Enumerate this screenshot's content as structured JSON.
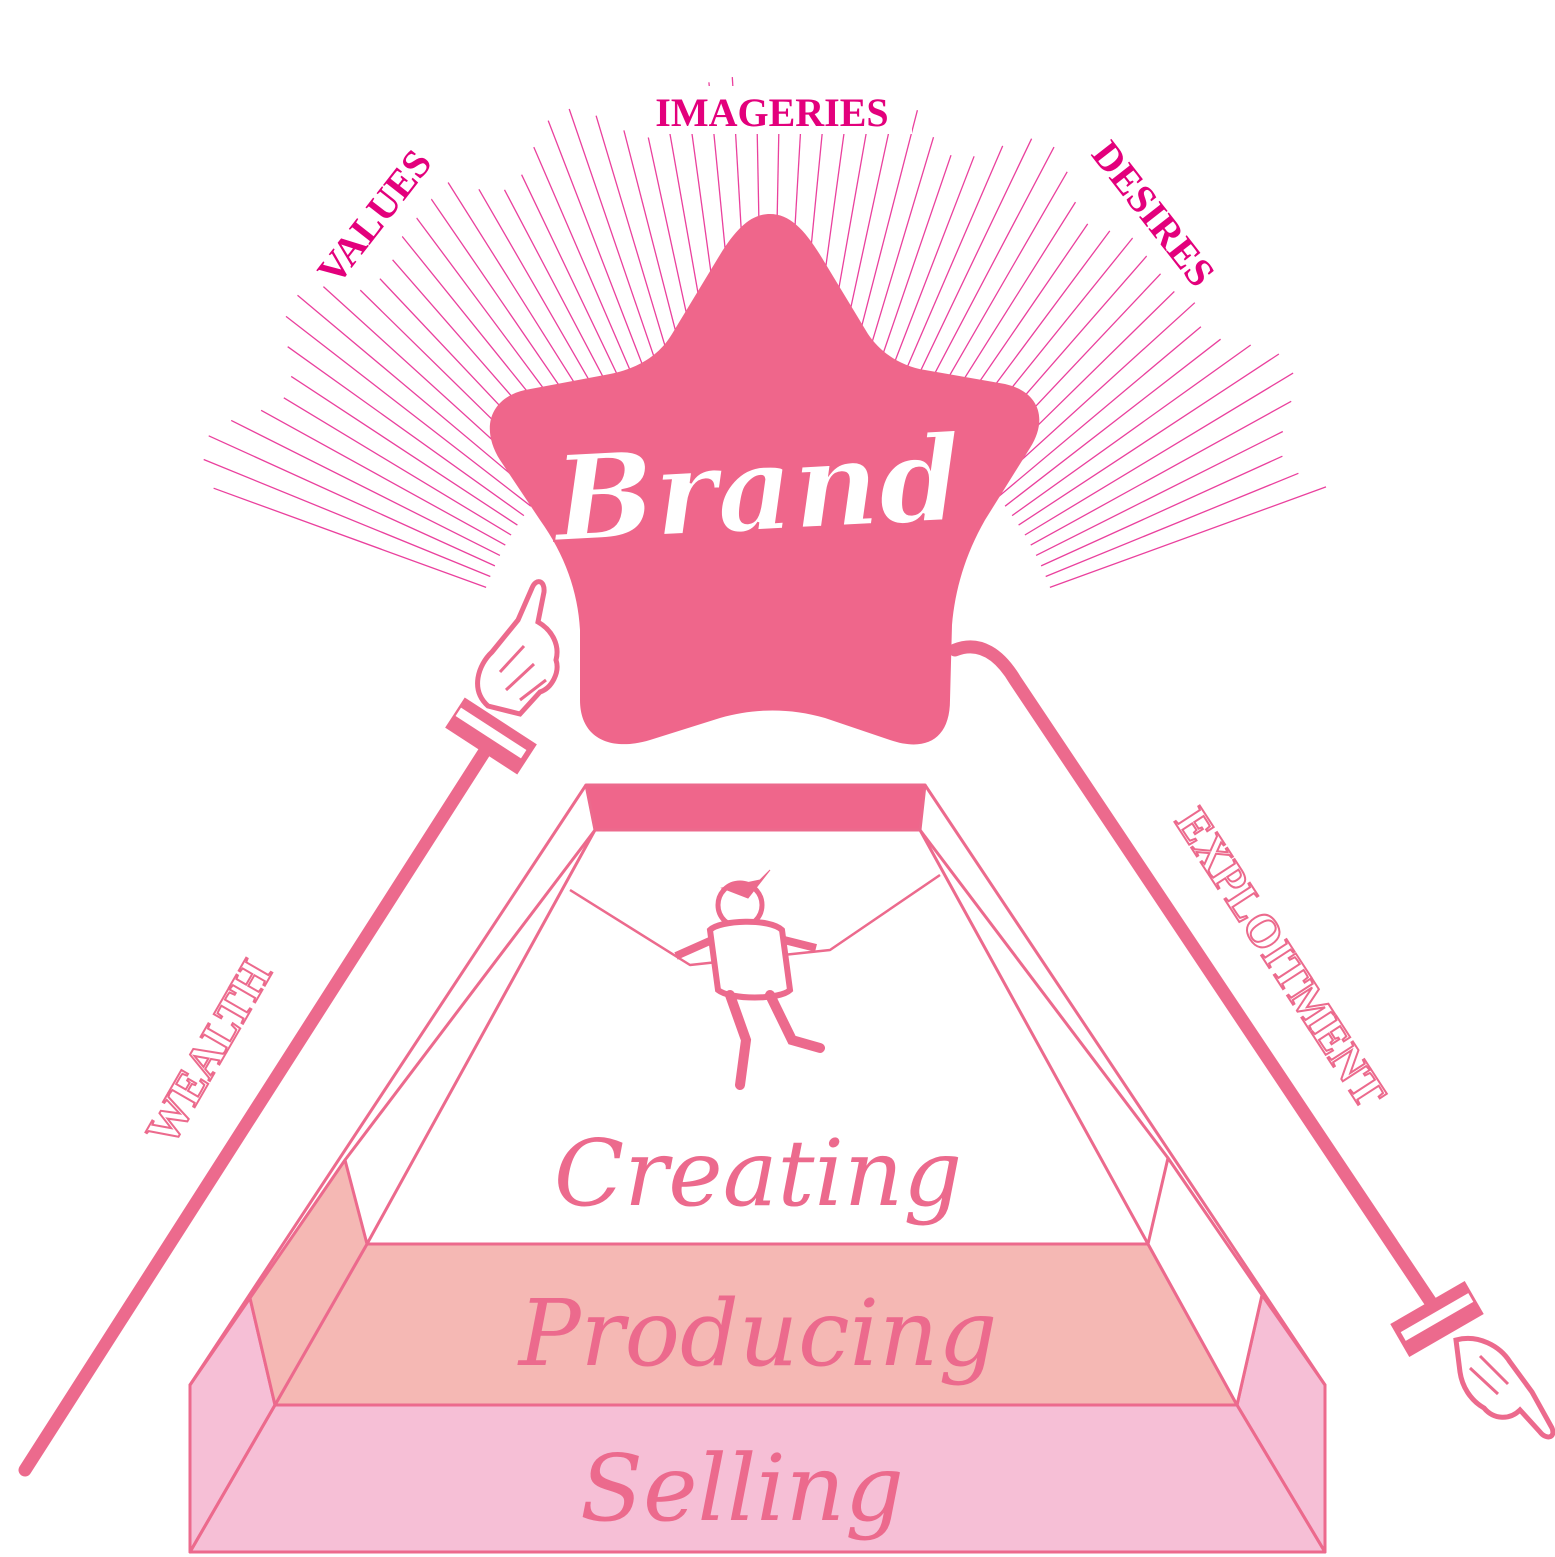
{
  "colors": {
    "brand_pink": "#ef668b",
    "magenta_text": "#e3007c",
    "line_pink": "#ec6a8d",
    "producing_fill": "#f5b8b4",
    "selling_fill": "#f6bfd6",
    "white": "#ffffff"
  },
  "star": {
    "label": "Brand"
  },
  "rays": {
    "left_label": "VALUES",
    "top_label": "IMAGERIES",
    "right_label": "DESIRES"
  },
  "arms": {
    "left_label": "WEALTH",
    "right_label": "EXPLOITMENT",
    "left_icon": "pointing-hand-icon",
    "right_icon": "pointing-hand-icon"
  },
  "pyramid": {
    "levels": [
      {
        "label": "Creating"
      },
      {
        "label": "Producing"
      },
      {
        "label": "Selling"
      }
    ],
    "figure_icon": "tightrope-boy-icon"
  }
}
